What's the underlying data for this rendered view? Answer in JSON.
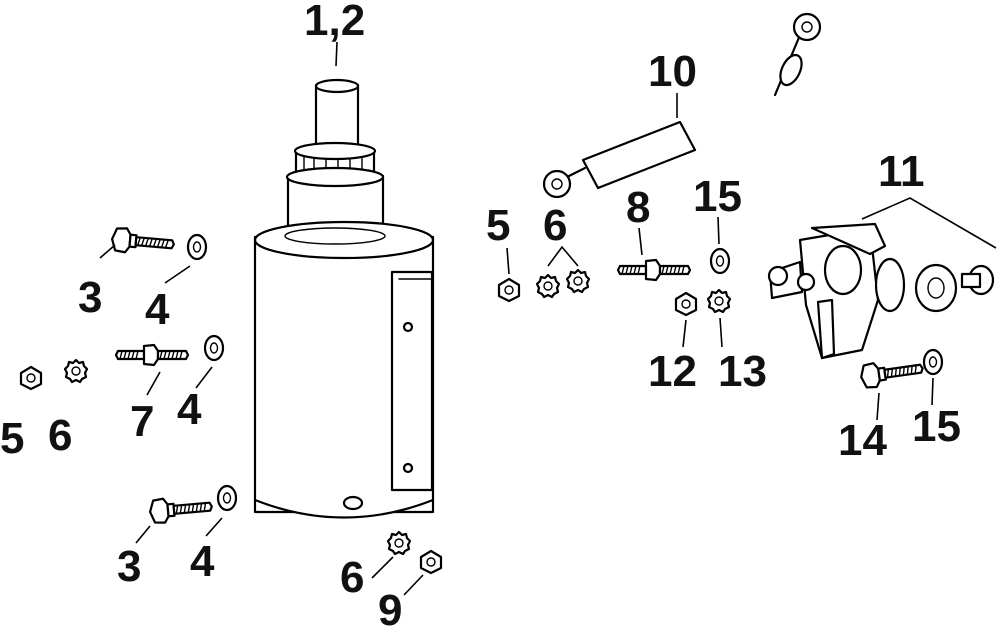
{
  "callouts": {
    "c1_2": "1,2",
    "c3a": "3",
    "c4a": "4",
    "c5a": "5",
    "c6a": "6",
    "c7": "7",
    "c4b": "4",
    "c3b": "3",
    "c4c": "4",
    "c6b": "6",
    "c9": "9",
    "c10": "10",
    "c5b": "5",
    "c6c": "6",
    "c8": "8",
    "c15a": "15",
    "c11": "11",
    "c12": "12",
    "c13": "13",
    "c14": "14",
    "c15b": "15"
  }
}
